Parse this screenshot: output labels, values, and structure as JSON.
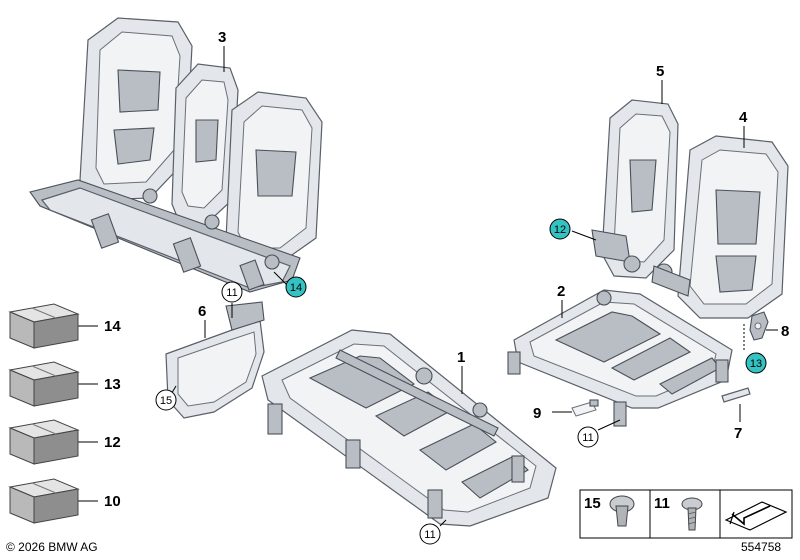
{
  "diagram": {
    "part_labels": {
      "p1": "1",
      "p2": "2",
      "p3": "3",
      "p4": "4",
      "p5": "5",
      "p6": "6",
      "p7": "7",
      "p8": "8",
      "p9": "9",
      "p10": "10",
      "p12": "12",
      "p13": "13",
      "p14": "14"
    },
    "circle_labels": {
      "c11a": "11",
      "c11b": "11",
      "c11c": "11",
      "c12": "12",
      "c13": "13",
      "c14": "14",
      "c15": "15"
    },
    "legend": {
      "screw_label": "11",
      "clip_label": "15"
    },
    "highlight_color": "#35c2c2",
    "footer": {
      "copyright": "© 2026 BMW AG",
      "doc_number": "554758"
    }
  }
}
